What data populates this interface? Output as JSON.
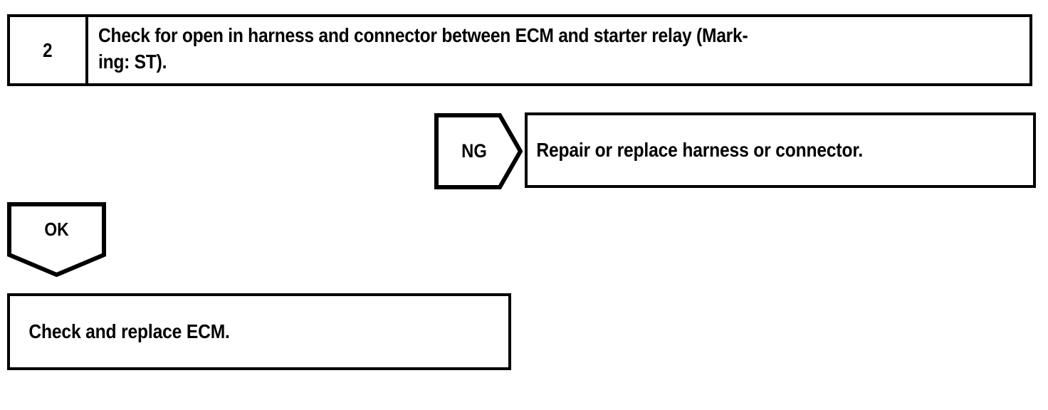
{
  "document": {
    "type": "diagnostic-flowchart",
    "colors": {
      "ink": "#000000",
      "paper": "#ffffff"
    }
  },
  "step_table": {
    "step_number": "2",
    "instruction_line_1": "Check for open in harness and connector between ECM and starter relay (Mark-",
    "instruction_line_2": "ing: ST)."
  },
  "branch_ng": {
    "label": "NG",
    "action": "Repair or replace harness or connector."
  },
  "branch_ok": {
    "label": "OK",
    "action": "Check and replace ECM."
  }
}
